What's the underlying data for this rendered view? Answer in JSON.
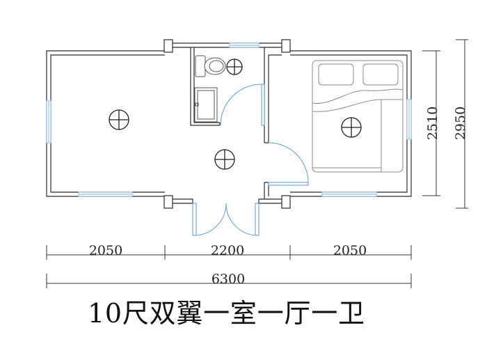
{
  "title": "10尺双翼一室一厅一卫",
  "dimensions": {
    "left_width": "2050",
    "middle_width": "2200",
    "right_width": "2050",
    "total_width": "6300",
    "inner_depth": "2510",
    "outer_depth": "2950"
  },
  "colors": {
    "wall": "#2b2b2b",
    "window": "#9cc3ea",
    "door": "#6a9fd8"
  },
  "icons": [
    "ceiling-light-icon",
    "toilet-icon",
    "shower-tray-icon",
    "bed-icon"
  ]
}
